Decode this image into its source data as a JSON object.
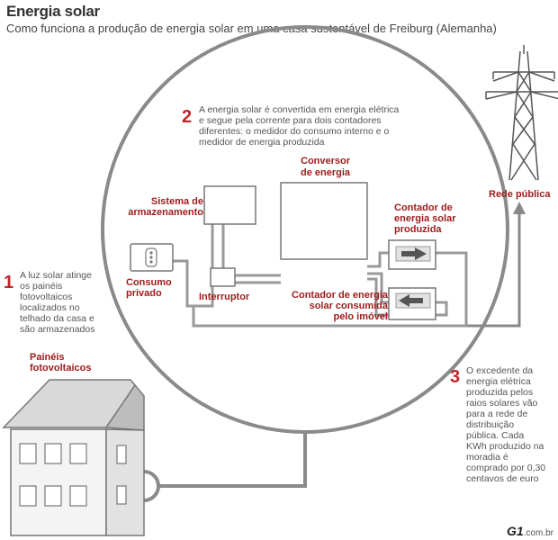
{
  "header": {
    "title": "Energia solar",
    "subtitle": "Como funciona a produção de energia solar em uma casa sustentável de Freiburg (Alemanha)"
  },
  "steps": [
    {
      "number": "1",
      "lines": [
        "A luz solar atinge",
        "os painéis",
        "fotovoltaicos",
        "localizados no",
        "telhado da casa e",
        "são armazenados"
      ]
    },
    {
      "number": "2",
      "lines": [
        "A energia solar é convertida em energia elétrica",
        "e segue pela corrente para dois contadores",
        "diferentes: o medidor do consumo interno e o",
        "medidor de energia produzida"
      ]
    },
    {
      "number": "3",
      "lines": [
        "O excedente da",
        "energia elétrica",
        "produzida pelos",
        "raios solares vão",
        "para a rede de",
        "distribuição",
        "pública. Cada",
        "KWh produzido na",
        "moradia é",
        "comprado por 0,30",
        "centavos de euro"
      ]
    }
  ],
  "labels": {
    "panels": [
      "Painéis",
      "fotovoltaicos"
    ],
    "storage": [
      "Sistema de",
      "armazenamento"
    ],
    "converter": [
      "Conversor",
      "de energia"
    ],
    "meter_produced": [
      "Contador de",
      "energia solar",
      "produzida"
    ],
    "meter_consumed": [
      "Contador de energia",
      "solar consumida",
      "pelo imóvel"
    ],
    "private_consumption": [
      "Consumo",
      "privado"
    ],
    "switch": "Interruptor",
    "public_grid": "Rede pública"
  },
  "credit": {
    "brand": "G1",
    "domain": ".com.br"
  },
  "colors": {
    "accent_red": "#c0262c",
    "label_red": "#9e1b1b",
    "line_gray": "#888888"
  }
}
